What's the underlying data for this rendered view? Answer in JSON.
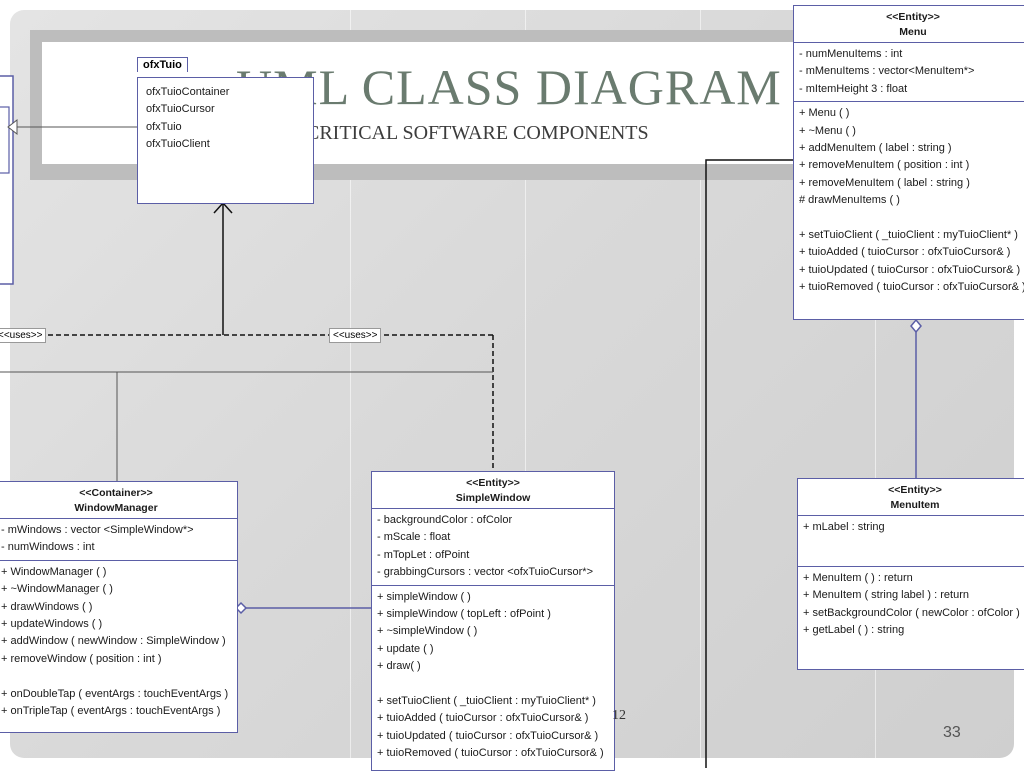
{
  "title": "UML CLASS DIAGRAM",
  "subtitle": "CRITICAL SOFTWARE COMPONENTS",
  "page_number": "33",
  "fragment_text": "12",
  "uses_labels": [
    "<<uses>>",
    "<<uses>>"
  ],
  "ofxTuio": {
    "name": "ofxTuio",
    "items": [
      "ofxTuioContainer",
      "ofxTuioCursor",
      "ofxTuio",
      "ofxTuioClient"
    ]
  },
  "menu": {
    "stereotype": "<<Entity>>",
    "name": "Menu",
    "attributes": [
      "- numMenuItems : int",
      "- mMenuItems : vector<MenuItem*>",
      "- mItemHeight 3 : float"
    ],
    "methods": [
      "+ Menu ( )",
      "+ ~Menu ( )",
      "+ addMenuItem ( label : string )",
      "+ removeMenuItem ( position : int )",
      "+ removeMenuItem ( label : string )",
      "# drawMenuItems ( )",
      "",
      "+ setTuioClient ( _tuioClient : myTuioClient* )",
      "+ tuioAdded ( tuioCursor : ofxTuioCursor& )",
      "+ tuioUpdated ( tuioCursor : ofxTuioCursor& )",
      "+ tuioRemoved ( tuioCursor : ofxTuioCursor& )"
    ]
  },
  "menuItem": {
    "stereotype": "<<Entity>>",
    "name": "MenuItem",
    "attributes": [
      "+ mLabel : string"
    ],
    "methods": [
      "+ MenuItem ( ) : return",
      "+ MenuItem ( string label ) : return",
      "+ setBackgroundColor ( newColor : ofColor )",
      "+ getLabel ( ) : string"
    ]
  },
  "windowManager": {
    "stereotype": "<<Container>>",
    "name": "WindowManager",
    "attributes": [
      "- mWindows : vector <SimpleWindow*>",
      "- numWindows : int"
    ],
    "methods": [
      "+ WindowManager ( )",
      "+ ~WindowManager ( )",
      "+ drawWindows ( )",
      "+ updateWindows ( )",
      "+ addWindow ( newWindow : SimpleWindow )",
      "+ removeWindow ( position : int )",
      "",
      "+ onDoubleTap ( eventArgs : touchEventArgs )",
      "+ onTripleTap ( eventArgs : touchEventArgs )"
    ]
  },
  "simpleWindow": {
    "stereotype": "<<Entity>>",
    "name": "SimpleWindow",
    "attributes": [
      "- backgroundColor : ofColor",
      "- mScale : float",
      "- mTopLet : ofPoint",
      "- grabbingCursors : vector <ofxTuioCursor*>"
    ],
    "methods": [
      "+ simpleWindow ( )",
      "+ simpleWindow ( topLeft : ofPoint )",
      "+ ~simpleWindow ( )",
      "+ update ( )",
      "+ draw( )",
      "",
      "+ setTuioClient ( _tuioClient : myTuioClient* )",
      "+ tuioAdded ( tuioCursor : ofxTuioCursor& )",
      "+ tuioUpdated ( tuioCursor : ofxTuioCursor& )",
      "+ tuioRemoved ( tuioCursor : ofxTuioCursor& )"
    ]
  }
}
